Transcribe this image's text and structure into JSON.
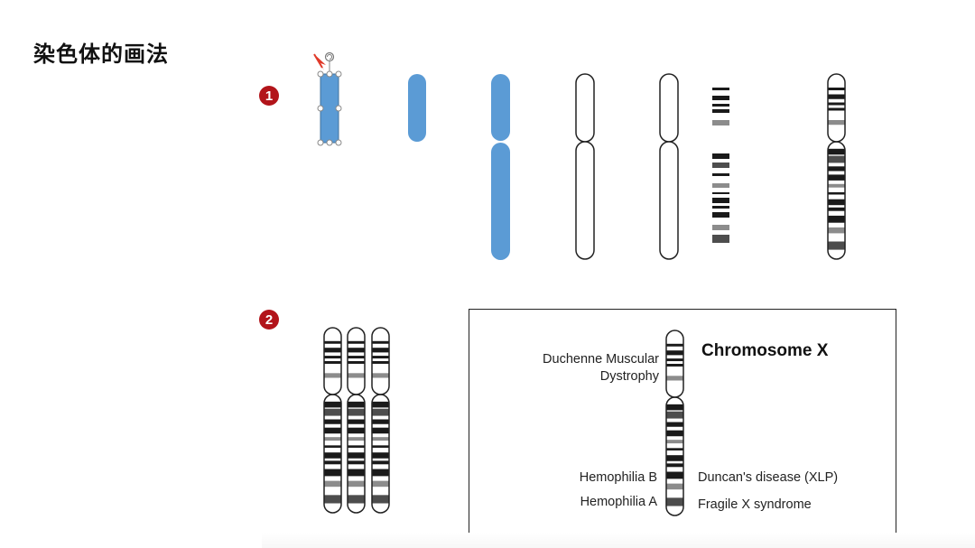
{
  "title": "染色体的画法",
  "steps": [
    {
      "number": "1"
    },
    {
      "number": "2"
    }
  ],
  "legend": {
    "chromosome_title": "Chromosome X",
    "left_labels": {
      "duchenne_line1": "Duchenne Muscular",
      "duchenne_line2": "Dystrophy",
      "hemophilia_b": "Hemophilia B",
      "hemophilia_a": "Hemophilia A"
    },
    "right_labels": {
      "duncan": "Duncan's disease (XLP)",
      "fragile_x": "Fragile X syndrome"
    }
  },
  "colors": {
    "badge": "#b2141a",
    "chromosome_fill": "#5b9bd5",
    "band_dark": "#1a1a1a",
    "band_mid": "#4d4d4d",
    "band_gray": "#8c8c8c",
    "cursor_arrow": "#e03a2a"
  }
}
